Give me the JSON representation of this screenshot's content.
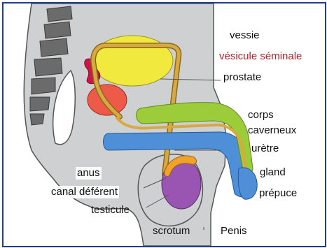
{
  "labels": {
    "vessie": "vessie",
    "vesicule": "vésicule séminale",
    "prostate": "prostate",
    "corps": "corps",
    "caverneux": "caverneux",
    "uretre": "urètre",
    "gland": "gland",
    "prepuce": "prépuce",
    "penis": "Penis",
    "scrotum": "scrotum",
    "testicule": "testicule",
    "canal": "canal déférent",
    "anus": "anus"
  },
  "colors": {
    "frame": "#1f3e8f",
    "body": "#cfd0d2",
    "body_outline": "#555555",
    "spine": "#6b6b6b",
    "bladder": "#f1e93d",
    "vas_deferens": "#d8a843",
    "prostate": "#ee5a48",
    "seminal_vesicle": "#c8184a",
    "corpus": "#9ccc3a",
    "urethra_body": "#4e8fd8",
    "testicle": "#9a55b2",
    "epididymis": "#f0a22a",
    "label_highlight": "#c0202a"
  }
}
